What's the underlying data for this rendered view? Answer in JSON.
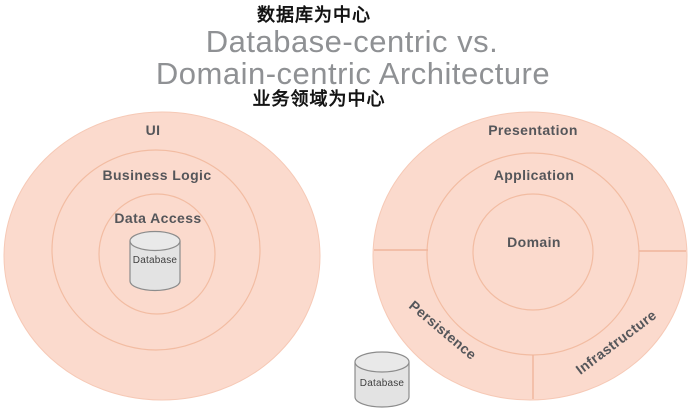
{
  "header": {
    "caption_top_zh": "数据库为中心",
    "title_line1": "Database-centric vs.",
    "title_line2": "Domain-centric Architecture",
    "caption_bottom_zh": "业务领域为中心"
  },
  "left_diagram": {
    "name": "Database-centric architecture (concentric rings)",
    "ring_outer": "UI",
    "ring_middle": "Business Logic",
    "ring_inner": "Data Access",
    "center_icon": "database-cylinder",
    "database_label": "Database"
  },
  "right_diagram": {
    "name": "Domain-centric architecture (concentric rings)",
    "ring_outer": "Presentation",
    "ring_middle": "Application",
    "ring_inner": "Domain",
    "segment_bottom_left": "Persistence",
    "segment_bottom_right": "Infrastructure",
    "external_icon": "database-cylinder",
    "database_label": "Database"
  },
  "colors": {
    "circle_fill": "#fbdacd",
    "ring_stroke": "#f2bca2",
    "divider_stroke": "#f0b49c",
    "ring_label_text": "#55565a",
    "title_text": "#8f9194",
    "caption_text": "#141414",
    "cylinder_fill": "#e3e3e3",
    "cylinder_stroke": "#8c8c8c",
    "cylinder_label_text": "#3f3f3f"
  }
}
